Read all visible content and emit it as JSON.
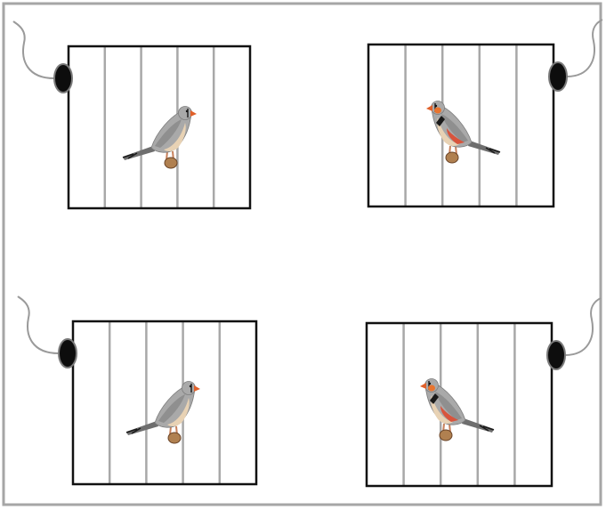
{
  "colors": {
    "background": "#ffffff",
    "room_border": "#a6a6a6",
    "cage_outline": "#111111",
    "cage_bars": "#a8a8a8",
    "wire": "#9a9a9a",
    "speaker": "#0d0d0d",
    "speaker_rim": "#7a7a7a",
    "bird_body": "#a9a9a9",
    "bird_breast": "#e8d2b4",
    "bird_beak": "#e0602a",
    "male_cheek": "#e8742e",
    "male_flank": "#d8543c",
    "perch": "#b08050"
  },
  "cages": [
    {
      "id": "top-left",
      "bird_sex": "female",
      "bird_facing": "right",
      "speaker_side": "left"
    },
    {
      "id": "top-right",
      "bird_sex": "male",
      "bird_facing": "left",
      "speaker_side": "right"
    },
    {
      "id": "bottom-left",
      "bird_sex": "female",
      "bird_facing": "right",
      "speaker_side": "left"
    },
    {
      "id": "bottom-right",
      "bird_sex": "male",
      "bird_facing": "left",
      "speaker_side": "right"
    }
  ]
}
